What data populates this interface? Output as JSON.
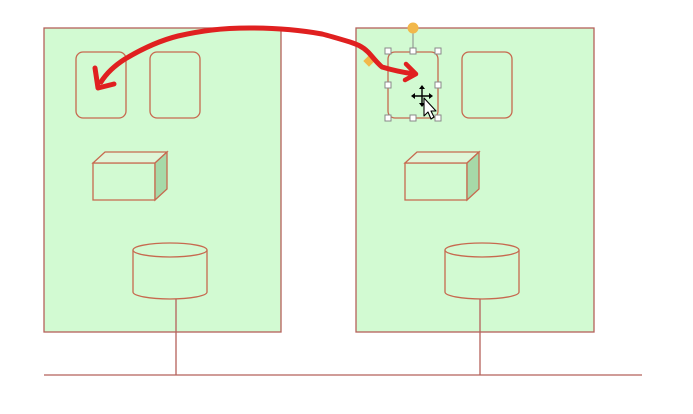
{
  "colors": {
    "canvas_background": "#ffffff",
    "panel_fill": "#d2fad2",
    "panel_stroke": "#b5615a",
    "shape_stroke": "#c7694f",
    "shape_fill": "#d2fad2",
    "box_side_fill": "#a6d9a8",
    "box_top_fill": "#dff6d8",
    "network_line": "#b5615a",
    "annotation_arrow": "#e02020",
    "selection_handle_stroke": "#888888",
    "selection_handle_fill": "#ffffff",
    "rotate_handle_fill": "#f2b84b",
    "adjust_handle_fill": "#f2b84b"
  },
  "diagram": {
    "panels": [
      {
        "id": "left",
        "shapes": [
          "rounded-rectangle",
          "rounded-rectangle",
          "3d-box",
          "cylinder"
        ]
      },
      {
        "id": "right",
        "shapes": [
          "rounded-rectangle",
          "rounded-rectangle",
          "3d-box",
          "cylinder"
        ],
        "selected_shape": "rounded-rectangle-1"
      }
    ],
    "network_line": true,
    "annotation": "curved-arrow-right-panel-to-left-panel",
    "cursor": "move-cursor-icon"
  }
}
